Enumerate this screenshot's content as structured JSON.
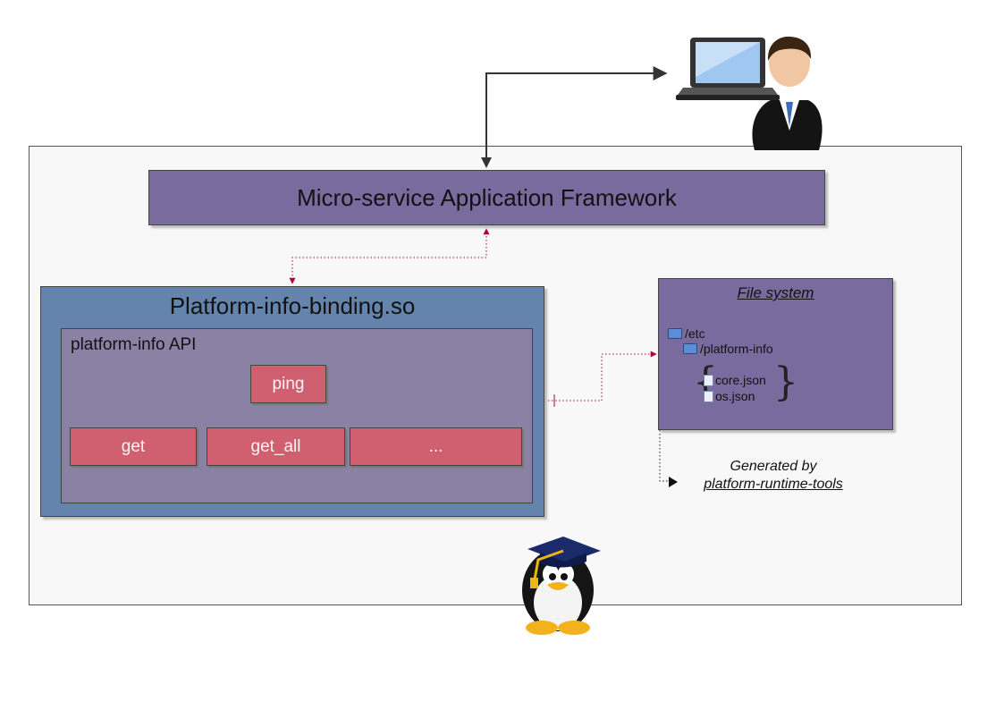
{
  "framework": {
    "label": "Micro-service Application Framework"
  },
  "binding": {
    "title": "Platform-info-binding.so",
    "api": {
      "title": "platform-info API",
      "functions": [
        "ping",
        "get",
        "get_all",
        "..."
      ]
    }
  },
  "filesystem": {
    "title": "File system",
    "entries": {
      "etc": "/etc",
      "platform_info": "/platform-info",
      "core_json": "core.json",
      "os_json": "os.json"
    }
  },
  "generated": {
    "line1": "Generated by",
    "tool": "platform-runtime-tools"
  },
  "icons": [
    "user-with-laptop-icon",
    "tux-graduate-icon"
  ],
  "colors": {
    "framework": "#7a6b9f",
    "binding": "#6584ad",
    "api": "#8982a5",
    "function": "#d06070",
    "link": "#b0003a"
  }
}
